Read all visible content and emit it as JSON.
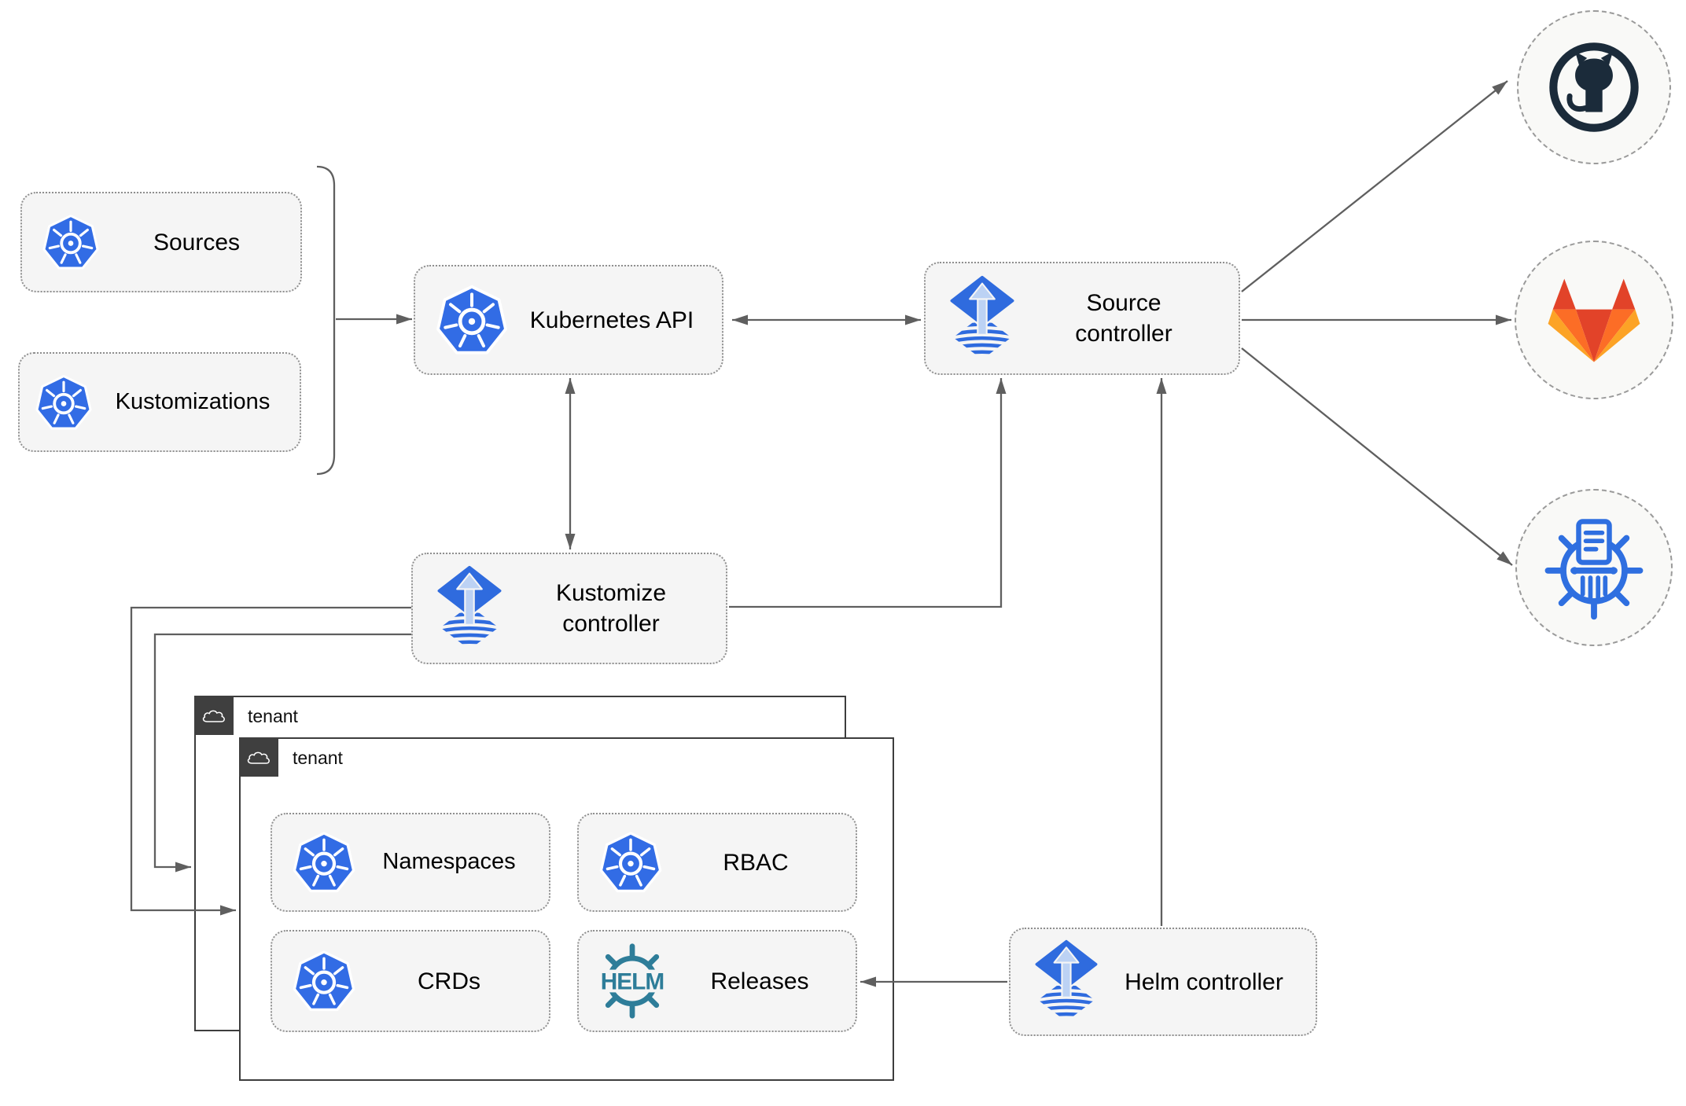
{
  "diagram": {
    "nodes": {
      "sources": "Sources",
      "kustomizations": "Kustomizations",
      "kubernetes_api": "Kubernetes API",
      "source_controller": "Source controller",
      "kustomize_controller": "Kustomize controller",
      "helm_controller": "Helm controller",
      "namespaces": "Namespaces",
      "rbac": "RBAC",
      "crds": "CRDs",
      "releases": "Releases"
    },
    "tenants": [
      {
        "label": "tenant"
      },
      {
        "label": "tenant"
      }
    ],
    "logos": {
      "helm_wordmark": "HELM"
    },
    "icons": {
      "kubernetes": "kubernetes-wheel",
      "flux": "flux-diamond-arrow",
      "helm": "helm-ship-wheel",
      "cloud": "cloud",
      "github": "github-octocat",
      "gitlab": "gitlab-tanuki",
      "chartmuseum": "chartmuseum-wheel"
    },
    "colors": {
      "kubernetes_blue": "#326ce5",
      "flux_blue": "#2f6bde",
      "flux_light_blue": "#bcd2f4",
      "helm_teal": "#2e7d99",
      "github_dark": "#1b2b3a",
      "gitlab_red": "#e24329",
      "gitlab_orange": "#fc6d26",
      "gitlab_amber": "#fca326",
      "chartmuseum_blue": "#2f6fe0",
      "connector_gray": "#5f5f5f",
      "node_fill": "#f5f5f5",
      "tenant_tab": "#3f3f3f"
    }
  }
}
